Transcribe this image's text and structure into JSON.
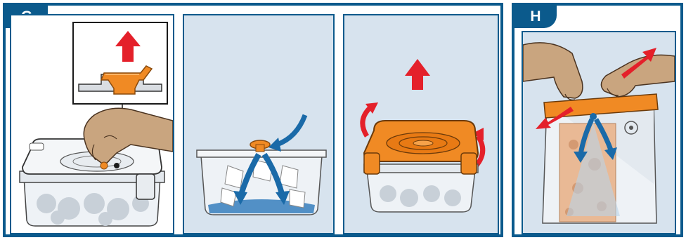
{
  "figure_g": {
    "label": "G",
    "steps": [
      {
        "step": "open-valve",
        "arrow": "up"
      },
      {
        "step": "air-flows-in",
        "arrow": "down-into-container"
      },
      {
        "step": "lift-lid",
        "arrow": "up"
      }
    ]
  },
  "figure_h": {
    "label": "H",
    "steps": [
      {
        "step": "pull-bag-valve-apart",
        "arrow": "outward"
      }
    ]
  },
  "colors": {
    "frame_blue": "#0b5a8c",
    "panel_bg": "#d7e3ee",
    "lid_orange": "#f08a24",
    "arrow_red": "#e4202a",
    "arrow_blue": "#1a6aa8",
    "skin": "#c9a57f"
  },
  "icons": [
    "up-arrow-icon",
    "curved-arrow-icon",
    "hand-icon",
    "valve-icon",
    "container-icon",
    "vacuum-bag-icon"
  ]
}
